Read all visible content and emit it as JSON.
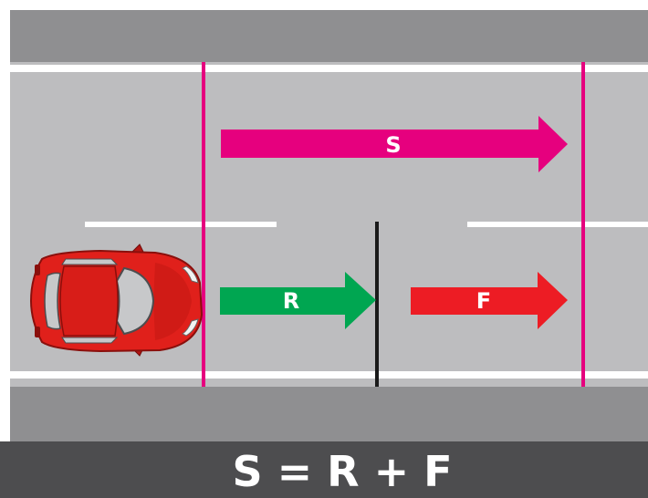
{
  "arrows": {
    "s": {
      "label": "S",
      "color": "#e6007e"
    },
    "r": {
      "label": "R",
      "color": "#00a651"
    },
    "f": {
      "label": "F",
      "color": "#ed1c24"
    }
  },
  "formula": "S = R + F",
  "colors": {
    "shoulder": "#8f8f91",
    "road": "#bdbdbf",
    "lane_marking": "#ffffff",
    "marker_line": "#e6007e",
    "reaction_line": "#1a1a1a",
    "footer": "#4d4d4f",
    "car_body": "#e0201b",
    "car_glass": "#c7c8ca"
  }
}
